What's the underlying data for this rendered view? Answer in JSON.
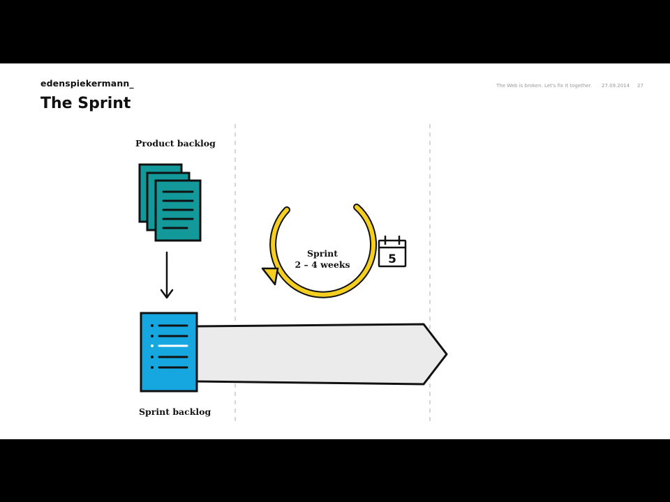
{
  "header": {
    "brand": "edenspiekermann_",
    "title": "The Sprint",
    "tagline": "The Web is broken. Let's fix it together.",
    "date": "27.09.2014",
    "page_number": "27"
  },
  "diagram": {
    "product_backlog_label": "Product backlog",
    "sprint_backlog_label": "Sprint backlog",
    "sprint_label": "Sprint",
    "sprint_duration": "2 – 4 weeks",
    "calendar_day": "5"
  },
  "colors": {
    "product_backlog": "#14999a",
    "sprint_backlog": "#16a7e0",
    "sprint_cycle": "#f5cf1f",
    "arrow_fill": "#ebebeb"
  }
}
